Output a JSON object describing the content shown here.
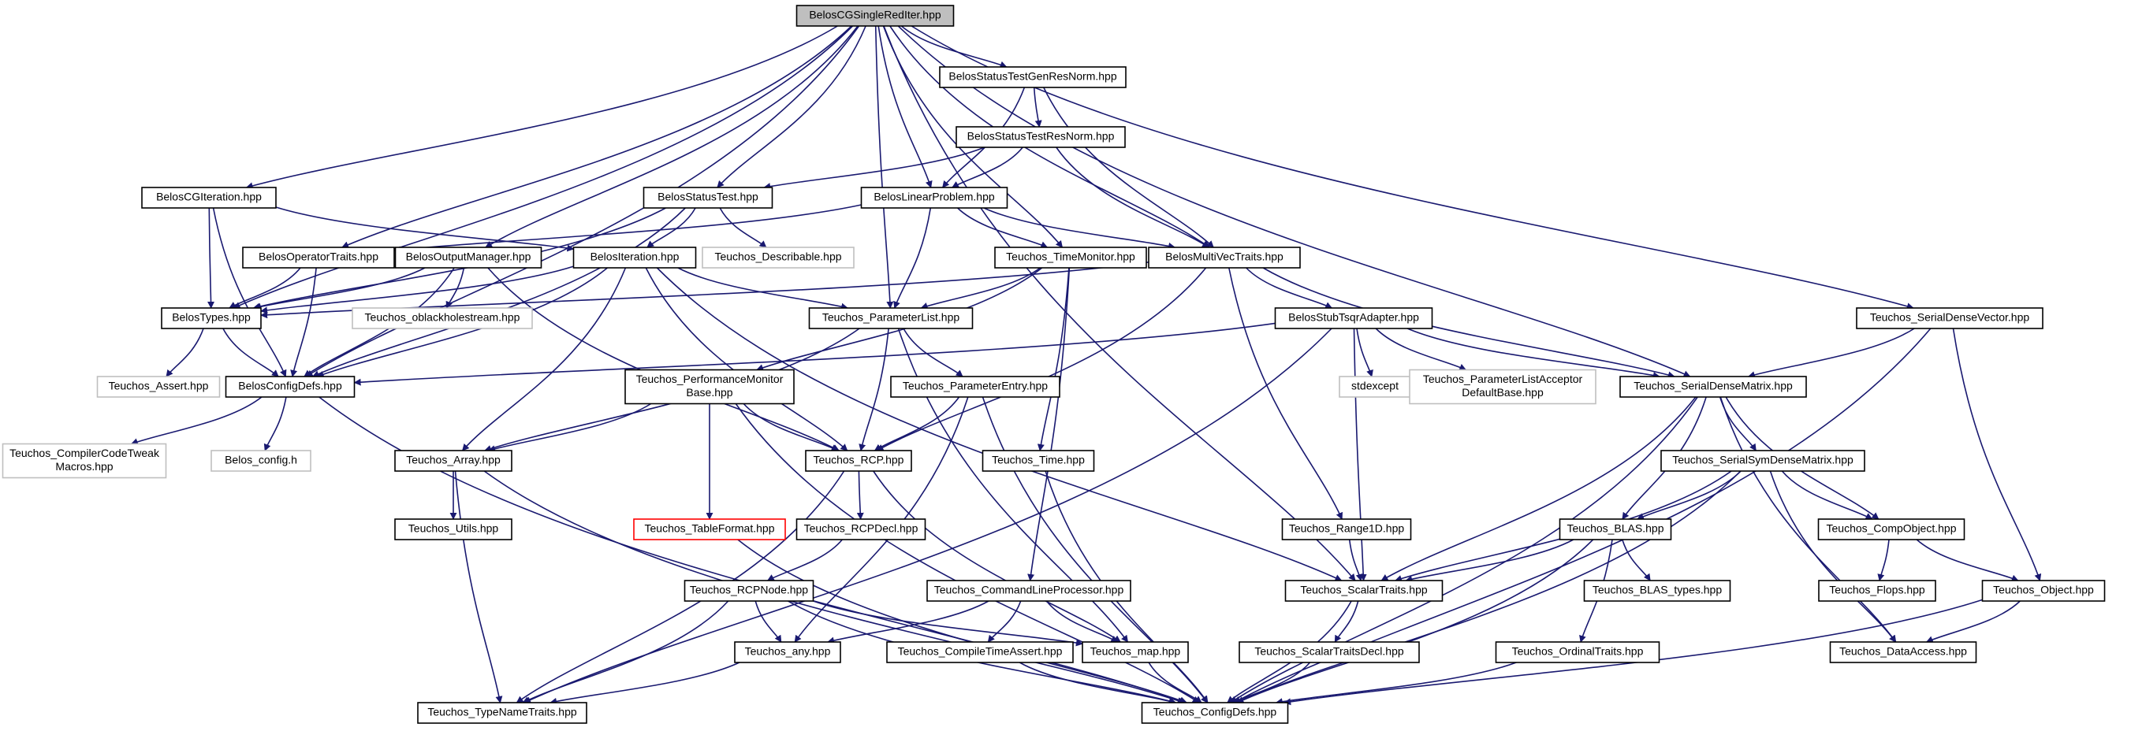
{
  "colors": {
    "edge": "#191970",
    "box_normal": "#000000",
    "box_external": "#bfbfbf",
    "box_root_fill": "#bfbfbf",
    "box_warning": "#ff0000",
    "text_normal": "#000000",
    "text_external": "#7f7f7f"
  },
  "nodes": [
    {
      "id": "root",
      "label": "BelosCGSingleRedIter.hpp",
      "kind": "root"
    },
    {
      "id": "stgrn",
      "label": "BelosStatusTestGenResNorm.hpp",
      "kind": "normal"
    },
    {
      "id": "strn",
      "label": "BelosStatusTestResNorm.hpp",
      "kind": "normal"
    },
    {
      "id": "cgiter",
      "label": "BelosCGIteration.hpp",
      "kind": "normal"
    },
    {
      "id": "sttest",
      "label": "BelosStatusTest.hpp",
      "kind": "normal"
    },
    {
      "id": "linprob",
      "label": "BelosLinearProblem.hpp",
      "kind": "normal"
    },
    {
      "id": "optraits",
      "label": "BelosOperatorTraits.hpp",
      "kind": "normal"
    },
    {
      "id": "outmgr",
      "label": "BelosOutputManager.hpp",
      "kind": "normal"
    },
    {
      "id": "iter",
      "label": "BelosIteration.hpp",
      "kind": "normal"
    },
    {
      "id": "describ",
      "label": "Teuchos_Describable.hpp",
      "kind": "external"
    },
    {
      "id": "timemon",
      "label": "Teuchos_TimeMonitor.hpp",
      "kind": "normal"
    },
    {
      "id": "mvtraits",
      "label": "BelosMultiVecTraits.hpp",
      "kind": "normal"
    },
    {
      "id": "types",
      "label": "BelosTypes.hpp",
      "kind": "normal"
    },
    {
      "id": "oblack",
      "label": "Teuchos_oblackholestream.hpp",
      "kind": "external"
    },
    {
      "id": "plist",
      "label": "Teuchos_ParameterList.hpp",
      "kind": "normal"
    },
    {
      "id": "tsqr",
      "label": "BelosStubTsqrAdapter.hpp",
      "kind": "normal"
    },
    {
      "id": "sdvec",
      "label": "Teuchos_SerialDenseVector.hpp",
      "kind": "normal"
    },
    {
      "id": "assert",
      "label": "Teuchos_Assert.hpp",
      "kind": "external"
    },
    {
      "id": "cfgdefs",
      "label": "BelosConfigDefs.hpp",
      "kind": "normal"
    },
    {
      "id": "perfmon",
      "label": [
        "Teuchos_PerformanceMonitor",
        "Base.hpp"
      ],
      "kind": "normal"
    },
    {
      "id": "pentry",
      "label": "Teuchos_ParameterEntry.hpp",
      "kind": "normal"
    },
    {
      "id": "stdexc",
      "label": "stdexcept",
      "kind": "external"
    },
    {
      "id": "placc",
      "label": [
        "Teuchos_ParameterListAcceptor",
        "DefaultBase.hpp"
      ],
      "kind": "external"
    },
    {
      "id": "sdmat",
      "label": "Teuchos_SerialDenseMatrix.hpp",
      "kind": "normal"
    },
    {
      "id": "ccodetweak",
      "label": [
        "Teuchos_CompilerCodeTweak",
        "Macros.hpp"
      ],
      "kind": "external"
    },
    {
      "id": "bconfig",
      "label": "Belos_config.h",
      "kind": "external"
    },
    {
      "id": "array",
      "label": "Teuchos_Array.hpp",
      "kind": "normal"
    },
    {
      "id": "rcp",
      "label": "Teuchos_RCP.hpp",
      "kind": "normal"
    },
    {
      "id": "time",
      "label": "Teuchos_Time.hpp",
      "kind": "normal"
    },
    {
      "id": "ssdmat",
      "label": "Teuchos_SerialSymDenseMatrix.hpp",
      "kind": "normal"
    },
    {
      "id": "utils",
      "label": "Teuchos_Utils.hpp",
      "kind": "normal"
    },
    {
      "id": "tblfmt",
      "label": "Teuchos_TableFormat.hpp",
      "kind": "warning"
    },
    {
      "id": "rcpdecl",
      "label": "Teuchos_RCPDecl.hpp",
      "kind": "normal"
    },
    {
      "id": "range1d",
      "label": "Teuchos_Range1D.hpp",
      "kind": "normal"
    },
    {
      "id": "blas",
      "label": "Teuchos_BLAS.hpp",
      "kind": "normal"
    },
    {
      "id": "compobj",
      "label": "Teuchos_CompObject.hpp",
      "kind": "normal"
    },
    {
      "id": "rcpnode",
      "label": "Teuchos_RCPNode.hpp",
      "kind": "normal"
    },
    {
      "id": "clp",
      "label": "Teuchos_CommandLineProcessor.hpp",
      "kind": "normal"
    },
    {
      "id": "scalar",
      "label": "Teuchos_ScalarTraits.hpp",
      "kind": "normal"
    },
    {
      "id": "blastypes",
      "label": "Teuchos_BLAS_types.hpp",
      "kind": "normal"
    },
    {
      "id": "flops",
      "label": "Teuchos_Flops.hpp",
      "kind": "normal"
    },
    {
      "id": "object",
      "label": "Teuchos_Object.hpp",
      "kind": "normal"
    },
    {
      "id": "any",
      "label": "Teuchos_any.hpp",
      "kind": "normal"
    },
    {
      "id": "ctassert",
      "label": "Teuchos_CompileTimeAssert.hpp",
      "kind": "normal"
    },
    {
      "id": "map",
      "label": "Teuchos_map.hpp",
      "kind": "normal"
    },
    {
      "id": "scalardecl",
      "label": "Teuchos_ScalarTraitsDecl.hpp",
      "kind": "normal"
    },
    {
      "id": "ordinal",
      "label": "Teuchos_OrdinalTraits.hpp",
      "kind": "normal"
    },
    {
      "id": "dataacc",
      "label": "Teuchos_DataAccess.hpp",
      "kind": "normal"
    },
    {
      "id": "typename",
      "label": "Teuchos_TypeNameTraits.hpp",
      "kind": "normal"
    },
    {
      "id": "tconfig",
      "label": "Teuchos_ConfigDefs.hpp",
      "kind": "normal"
    }
  ],
  "edges": [
    [
      "root",
      "stgrn"
    ],
    [
      "root",
      "linprob"
    ],
    [
      "root",
      "cgiter"
    ],
    [
      "root",
      "sttest"
    ],
    [
      "root",
      "optraits"
    ],
    [
      "root",
      "outmgr"
    ],
    [
      "root",
      "types"
    ],
    [
      "root",
      "cfgdefs"
    ],
    [
      "root",
      "plist"
    ],
    [
      "root",
      "timemon"
    ],
    [
      "root",
      "mvtraits"
    ],
    [
      "root",
      "scalar"
    ],
    [
      "root",
      "sdmat"
    ],
    [
      "root",
      "sdvec"
    ],
    [
      "stgrn",
      "strn"
    ],
    [
      "stgrn",
      "linprob"
    ],
    [
      "stgrn",
      "mvtraits"
    ],
    [
      "strn",
      "sttest"
    ],
    [
      "strn",
      "linprob"
    ],
    [
      "strn",
      "mvtraits"
    ],
    [
      "cgiter",
      "iter"
    ],
    [
      "cgiter",
      "types"
    ],
    [
      "cgiter",
      "cfgdefs"
    ],
    [
      "sttest",
      "iter"
    ],
    [
      "sttest",
      "describ"
    ],
    [
      "sttest",
      "types"
    ],
    [
      "sttest",
      "cfgdefs"
    ],
    [
      "linprob",
      "optraits"
    ],
    [
      "linprob",
      "timemon"
    ],
    [
      "linprob",
      "mvtraits"
    ],
    [
      "linprob",
      "plist"
    ],
    [
      "optraits",
      "types"
    ],
    [
      "optraits",
      "cfgdefs"
    ],
    [
      "outmgr",
      "types"
    ],
    [
      "outmgr",
      "oblack"
    ],
    [
      "outmgr",
      "rcp"
    ],
    [
      "outmgr",
      "cfgdefs"
    ],
    [
      "iter",
      "types"
    ],
    [
      "iter",
      "cfgdefs"
    ],
    [
      "iter",
      "plist"
    ],
    [
      "iter",
      "rcp"
    ],
    [
      "iter",
      "array"
    ],
    [
      "iter",
      "scalar"
    ],
    [
      "timemon",
      "plist"
    ],
    [
      "timemon",
      "perfmon"
    ],
    [
      "timemon",
      "time"
    ],
    [
      "timemon",
      "clp"
    ],
    [
      "mvtraits",
      "types"
    ],
    [
      "mvtraits",
      "tsqr"
    ],
    [
      "mvtraits",
      "sdmat"
    ],
    [
      "mvtraits",
      "range1d"
    ],
    [
      "mvtraits",
      "rcp"
    ],
    [
      "types",
      "assert"
    ],
    [
      "types",
      "cfgdefs"
    ],
    [
      "plist",
      "pentry"
    ],
    [
      "plist",
      "rcp"
    ],
    [
      "plist",
      "array"
    ],
    [
      "plist",
      "map"
    ],
    [
      "tsqr",
      "cfgdefs"
    ],
    [
      "tsqr",
      "stdexc"
    ],
    [
      "tsqr",
      "placc"
    ],
    [
      "tsqr",
      "sdmat"
    ],
    [
      "tsqr",
      "scalar"
    ],
    [
      "tsqr",
      "typename"
    ],
    [
      "sdvec",
      "sdmat"
    ],
    [
      "sdvec",
      "object"
    ],
    [
      "sdvec",
      "tconfig"
    ],
    [
      "cfgdefs",
      "ccodetweak"
    ],
    [
      "cfgdefs",
      "bconfig"
    ],
    [
      "cfgdefs",
      "tconfig"
    ],
    [
      "perfmon",
      "array"
    ],
    [
      "perfmon",
      "rcp"
    ],
    [
      "perfmon",
      "tblfmt"
    ],
    [
      "perfmon",
      "tconfig"
    ],
    [
      "pentry",
      "rcp"
    ],
    [
      "pentry",
      "any"
    ],
    [
      "pentry",
      "tconfig"
    ],
    [
      "sdmat",
      "ssdmat"
    ],
    [
      "sdmat",
      "blas"
    ],
    [
      "sdmat",
      "compobj"
    ],
    [
      "sdmat",
      "scalar"
    ],
    [
      "sdmat",
      "dataacc"
    ],
    [
      "sdmat",
      "tconfig"
    ],
    [
      "array",
      "utils"
    ],
    [
      "array",
      "typename"
    ],
    [
      "array",
      "tconfig"
    ],
    [
      "rcp",
      "rcpdecl"
    ],
    [
      "rcp",
      "typename"
    ],
    [
      "rcp",
      "map"
    ],
    [
      "time",
      "tconfig"
    ],
    [
      "ssdmat",
      "blas"
    ],
    [
      "ssdmat",
      "compobj"
    ],
    [
      "ssdmat",
      "scalar"
    ],
    [
      "ssdmat",
      "dataacc"
    ],
    [
      "ssdmat",
      "tconfig"
    ],
    [
      "tblfmt",
      "tconfig"
    ],
    [
      "rcpdecl",
      "rcpnode"
    ],
    [
      "range1d",
      "scalar"
    ],
    [
      "blas",
      "blastypes"
    ],
    [
      "blas",
      "scalar"
    ],
    [
      "blas",
      "ordinal"
    ],
    [
      "blas",
      "tconfig"
    ],
    [
      "compobj",
      "flops"
    ],
    [
      "compobj",
      "object"
    ],
    [
      "rcpnode",
      "any"
    ],
    [
      "rcpnode",
      "map"
    ],
    [
      "rcpnode",
      "typename"
    ],
    [
      "rcpnode",
      "tconfig"
    ],
    [
      "clp",
      "any"
    ],
    [
      "clp",
      "ctassert"
    ],
    [
      "clp",
      "map"
    ],
    [
      "scalar",
      "scalardecl"
    ],
    [
      "scalar",
      "tconfig"
    ],
    [
      "object",
      "dataacc"
    ],
    [
      "object",
      "tconfig"
    ],
    [
      "any",
      "typename"
    ],
    [
      "ctassert",
      "tconfig"
    ],
    [
      "map",
      "tconfig"
    ],
    [
      "scalardecl",
      "tconfig"
    ],
    [
      "ordinal",
      "tconfig"
    ]
  ]
}
